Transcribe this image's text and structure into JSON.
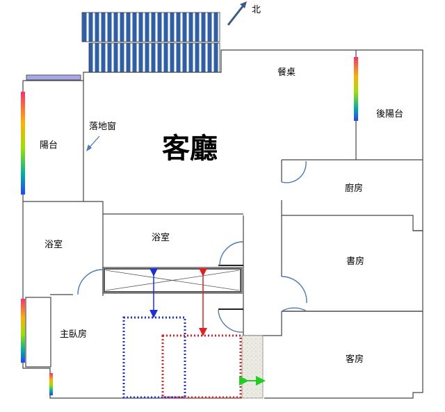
{
  "compass": {
    "label": "北",
    "icon": "north-arrow-icon"
  },
  "rooms": {
    "dining_table": "餐桌",
    "rear_balcony": "後陽台",
    "balcony": "陽台",
    "french_window": "落地窗",
    "living_room": "客廳",
    "kitchen": "廚房",
    "bathroom_left": "浴室",
    "bathroom_center": "浴室",
    "study": "書房",
    "master_bedroom": "主臥房",
    "guest_room": "客房"
  },
  "colors": {
    "wall": "#444444",
    "door": "#4a79b8",
    "solar_panel": "#2f5fa8",
    "blue_marker": "#1f2fd8",
    "red_marker": "#e02020",
    "green_arrow": "#22cc22",
    "gradient": [
      "#ff3366",
      "#ffcc00",
      "#33cc33",
      "#3366ff"
    ]
  }
}
